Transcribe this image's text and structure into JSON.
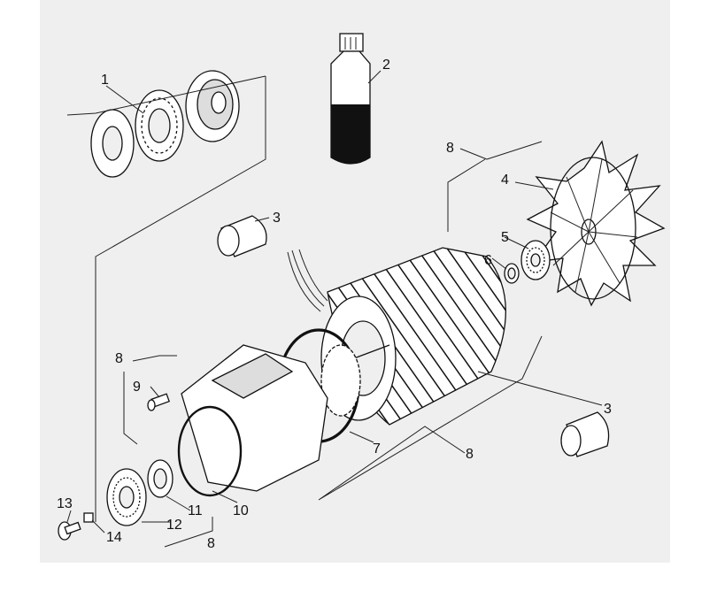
{
  "callouts": [
    {
      "id": "c1",
      "text": "1"
    },
    {
      "id": "c2",
      "text": "2"
    },
    {
      "id": "c8a",
      "text": "8"
    },
    {
      "id": "c4",
      "text": "4"
    },
    {
      "id": "c3a",
      "text": "3"
    },
    {
      "id": "c5",
      "text": "5"
    },
    {
      "id": "c6",
      "text": "6"
    },
    {
      "id": "c8b",
      "text": "8"
    },
    {
      "id": "c9",
      "text": "9"
    },
    {
      "id": "c3b",
      "text": "3"
    },
    {
      "id": "c7",
      "text": "7"
    },
    {
      "id": "c8c",
      "text": "8"
    },
    {
      "id": "c10",
      "text": "10"
    },
    {
      "id": "c11",
      "text": "11"
    },
    {
      "id": "c12",
      "text": "12"
    },
    {
      "id": "c13",
      "text": "13"
    },
    {
      "id": "c14",
      "text": "14"
    },
    {
      "id": "c8d",
      "text": "8"
    }
  ],
  "colors": {
    "ink": "#111111",
    "panel": "#efefef",
    "background": "#ffffff"
  }
}
